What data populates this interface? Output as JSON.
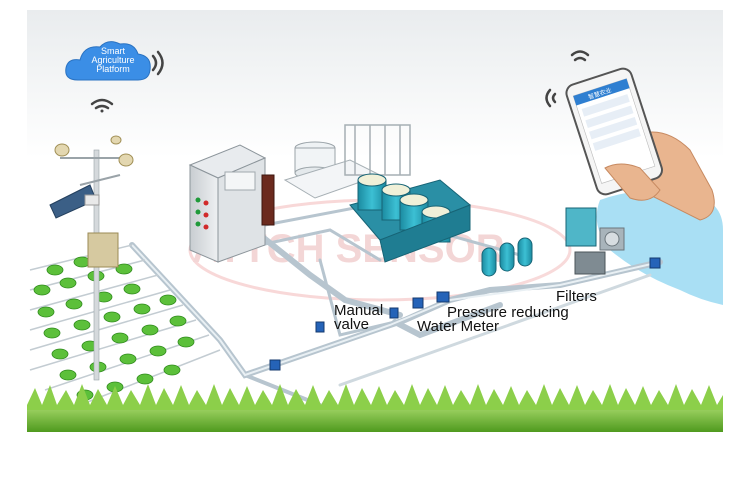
{
  "platform": {
    "lines": [
      "Smart",
      "Agriculture",
      "Platform"
    ]
  },
  "labels": {
    "manual_valve": [
      "Manual",
      "valve"
    ],
    "water_meter": "Water Meter",
    "pressure_reducing": "Pressure reducing",
    "filters": "Filters"
  },
  "watermark": "ATTCH SENSOR",
  "colors": {
    "pipe": "#b9c7d1",
    "tank": "#2aa3b8",
    "grass": "#7cc23a",
    "water": "#8fd3f0",
    "cabinet": "#d9dde0"
  },
  "phone": {
    "screen_title": "智慧农业"
  }
}
